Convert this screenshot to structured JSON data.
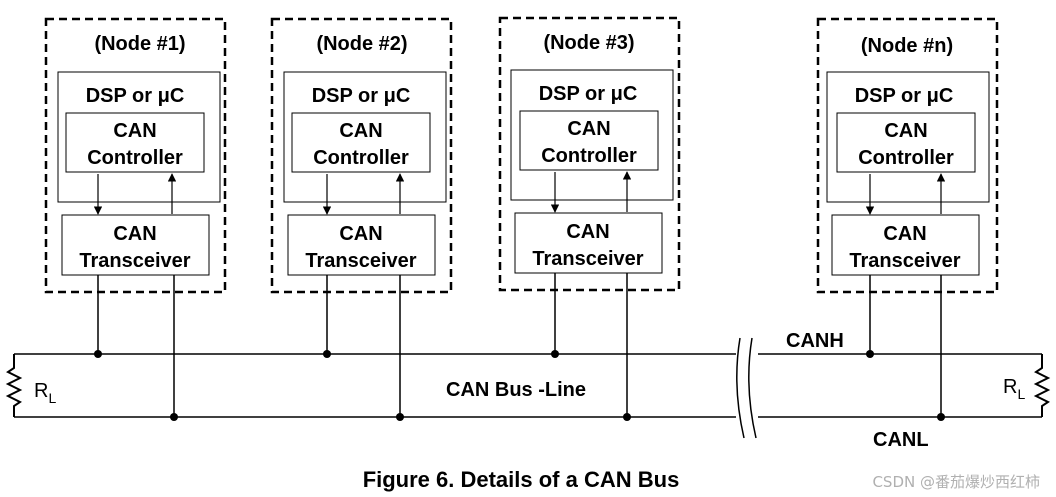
{
  "nodes": [
    {
      "title": "(Node #1)",
      "processor": "DSP or μC",
      "controller_line1": "CAN",
      "controller_line2": "Controller",
      "transceiver_line1": "CAN",
      "transceiver_line2": "Transceiver"
    },
    {
      "title": "(Node #2)",
      "processor": "DSP or μC",
      "controller_line1": "CAN",
      "controller_line2": "Controller",
      "transceiver_line1": "CAN",
      "transceiver_line2": "Transceiver"
    },
    {
      "title": "(Node #3)",
      "processor": "DSP or μC",
      "controller_line1": "CAN",
      "controller_line2": "Controller",
      "transceiver_line1": "CAN",
      "transceiver_line2": "Transceiver"
    },
    {
      "title": "(Node #n)",
      "processor": "DSP or μC",
      "controller_line1": "CAN",
      "controller_line2": "Controller",
      "transceiver_line1": "CAN",
      "transceiver_line2": "Transceiver"
    }
  ],
  "bus": {
    "canh_label": "CANH",
    "canl_label": "CANL",
    "bus_line_label": "CAN Bus -Line",
    "resistor_left": {
      "main": "R",
      "sub": "L"
    },
    "resistor_right": {
      "main": "R",
      "sub": "L"
    }
  },
  "caption": "Figure 6. Details of a CAN Bus",
  "watermark": "CSDN @番茄爆炒西红柿"
}
